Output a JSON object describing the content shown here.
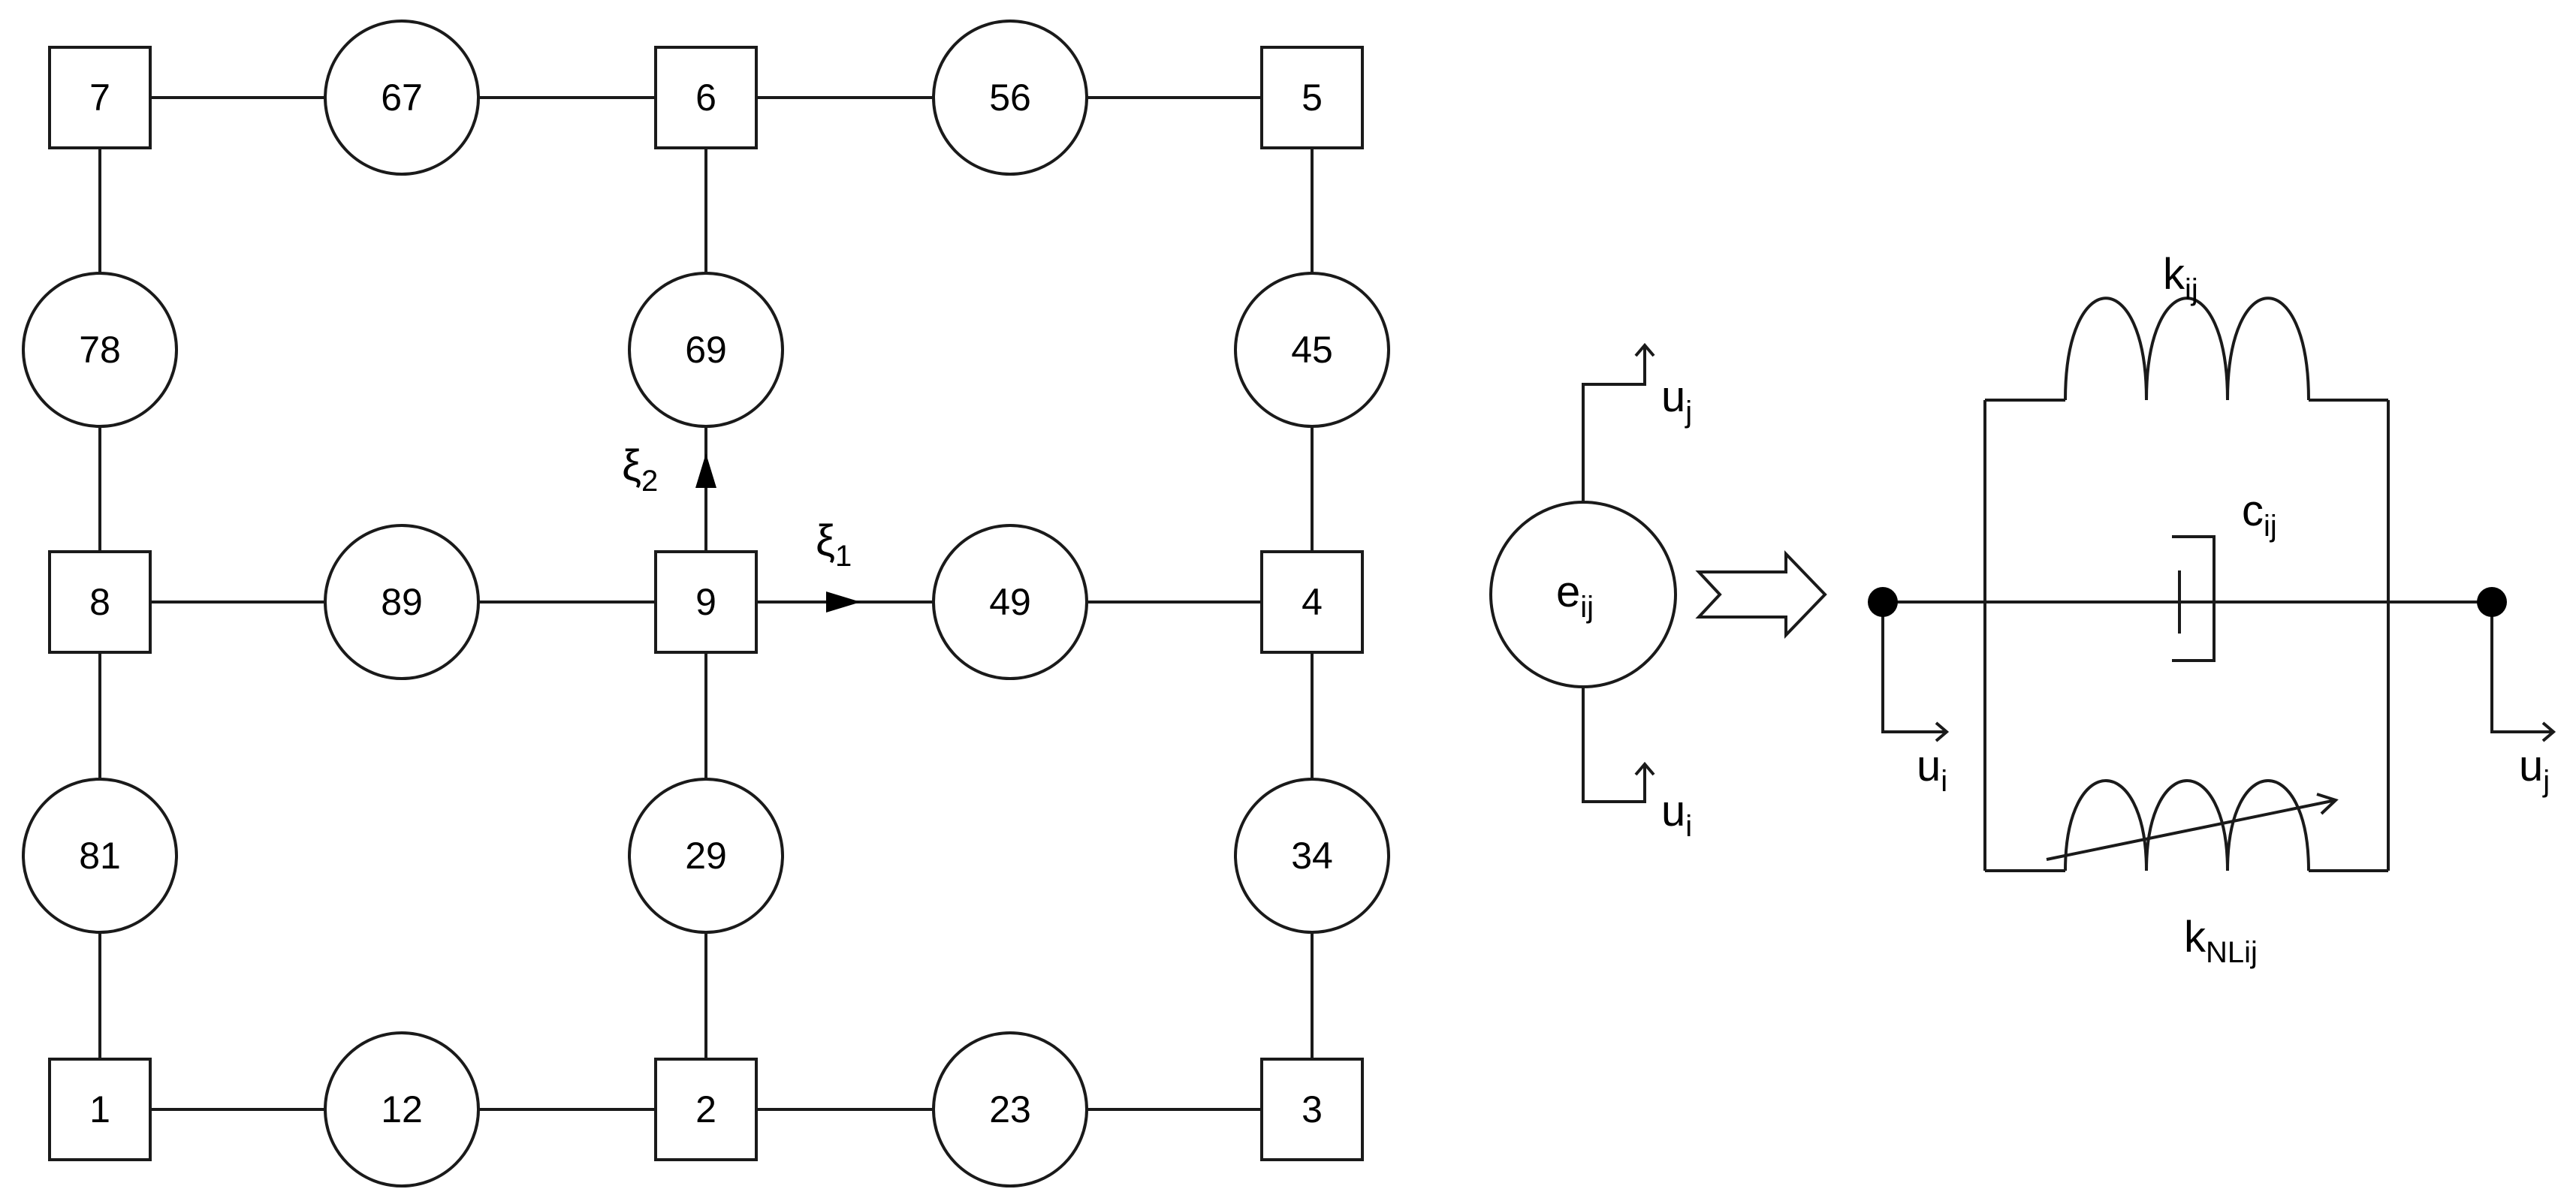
{
  "colors": {
    "stroke": "#1a1a1a",
    "background": "#ffffff",
    "fill": "#000000"
  },
  "grid": {
    "square_nodes": [
      "7",
      "6",
      "5",
      "8",
      "9",
      "4",
      "1",
      "2",
      "3"
    ],
    "circle_nodes": [
      "67",
      "56",
      "78",
      "69",
      "45",
      "89",
      "49",
      "81",
      "29",
      "34",
      "12",
      "23"
    ]
  },
  "axes": {
    "xi1": {
      "symbol": "ξ",
      "sub": "1"
    },
    "xi2": {
      "symbol": "ξ",
      "sub": "2"
    }
  },
  "element": {
    "symbol": "e",
    "sub": "ij"
  },
  "element_dofs": {
    "top": {
      "symbol": "u",
      "sub": "j"
    },
    "bottom": {
      "symbol": "u",
      "sub": "i"
    }
  },
  "circuit": {
    "spring": {
      "symbol": "k",
      "sub": "ij"
    },
    "damper": {
      "symbol": "c",
      "sub": "ij"
    },
    "nonlinear_spring": {
      "symbol": "k",
      "sub": "NLij"
    },
    "left_dof": {
      "symbol": "u",
      "sub": "i"
    },
    "right_dof": {
      "symbol": "u",
      "sub": "j"
    }
  }
}
